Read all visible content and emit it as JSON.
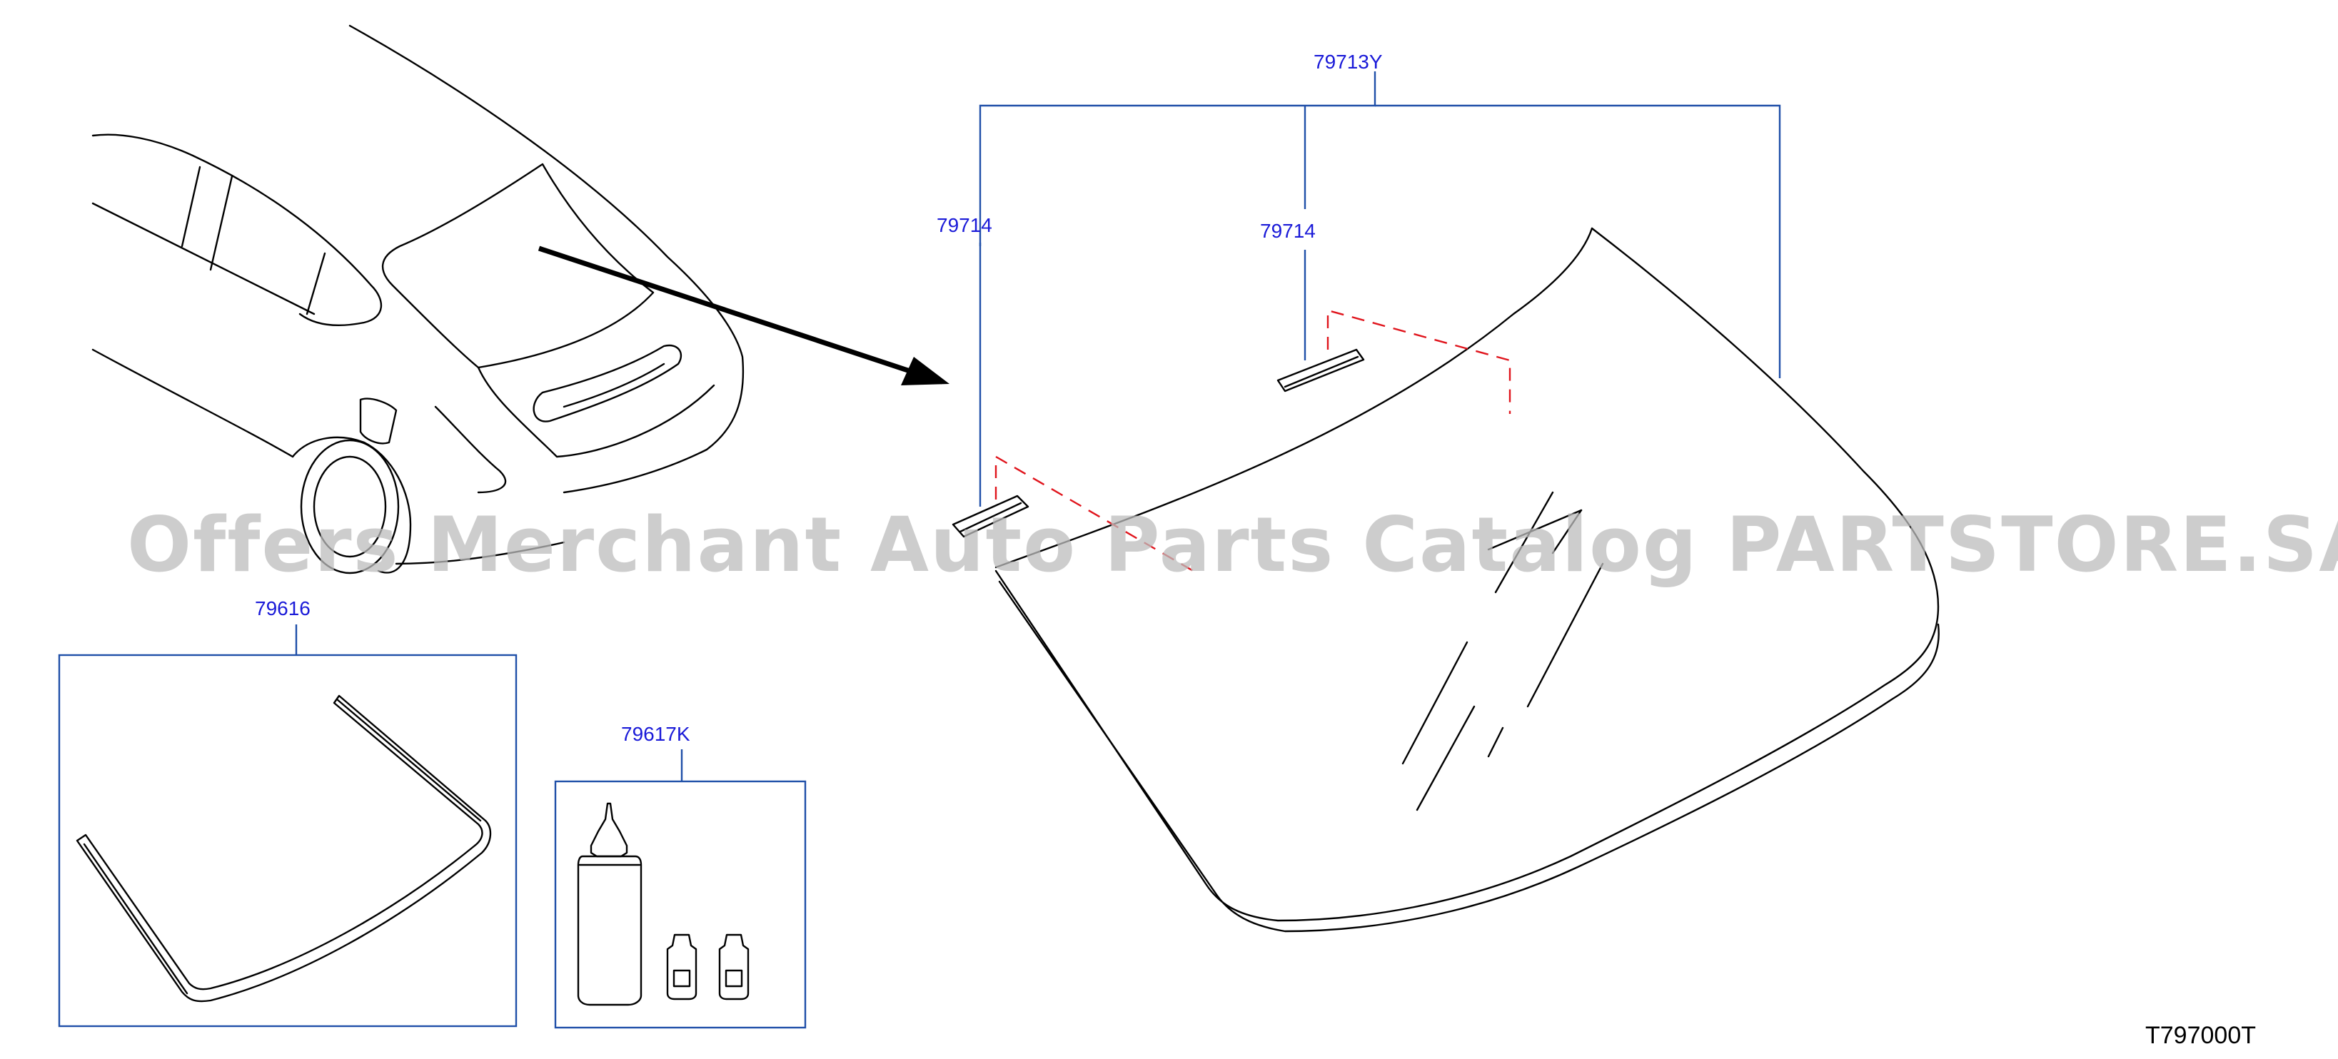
{
  "watermark": "Offers Merchant Auto Parts Catalog PARTSTORE.SA",
  "diagram_code": "T797000T",
  "callouts": {
    "windshield_assembly": "79713Y",
    "clip_left": "79714",
    "clip_center": "79714",
    "molding": "79616",
    "sealant_kit": "79617K"
  },
  "colors": {
    "callout_text": "#1a1ad8",
    "leader_line": "#1f4fa8",
    "hidden_line": "#e0141c",
    "watermark": "#bdbdbd"
  }
}
